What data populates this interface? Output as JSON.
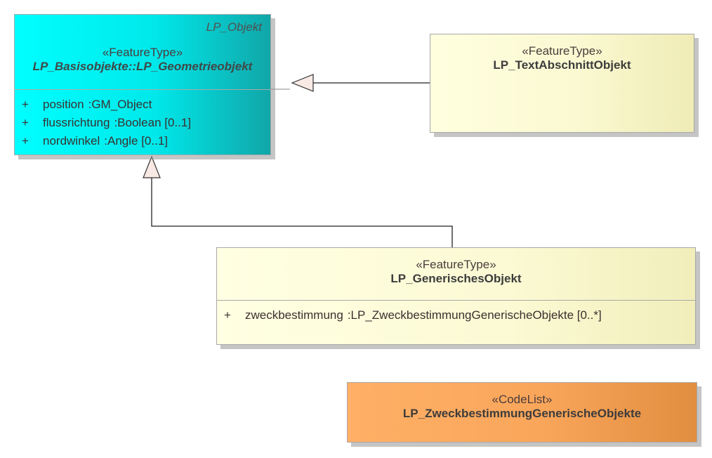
{
  "diagram": {
    "classes": [
      {
        "id": "lp_geometrieobjekt",
        "parent_label": "LP_Objekt",
        "stereotype": "«FeatureType»",
        "name": "LP_Basisobjekte::LP_Geometrieobjekt",
        "abstract": true,
        "fill": "#00ffff",
        "attributes": [
          {
            "visibility": "+",
            "name": "position",
            "type": ":GM_Object"
          },
          {
            "visibility": "+",
            "name": "flussrichtung",
            "type": ":Boolean [0..1]"
          },
          {
            "visibility": "+",
            "name": "nordwinkel",
            "type": ":Angle [0..1]"
          }
        ]
      },
      {
        "id": "lp_textabschnittobjekt",
        "stereotype": "«FeatureType»",
        "name": "LP_TextAbschnittObjekt",
        "fill": "#ffffdf",
        "attributes": []
      },
      {
        "id": "lp_generischesobjekt",
        "stereotype": "«FeatureType»",
        "name": "LP_GenerischesObjekt",
        "fill": "#ffffe3",
        "attributes": [
          {
            "visibility": "+",
            "name": "zweckbestimmung",
            "type": ":LP_ZweckbestimmungGenerischeObjekte [0..*]"
          }
        ]
      },
      {
        "id": "lp_zweckbestimmunggenerischeobjekte",
        "stereotype": "«CodeList»",
        "name": "LP_ZweckbestimmungGenerischeObjekte",
        "fill": "#ffb066",
        "attributes": []
      }
    ],
    "relations": [
      {
        "type": "generalization",
        "from": "lp_textabschnittobjekt",
        "to": "lp_geometrieobjekt"
      },
      {
        "type": "generalization",
        "from": "lp_generischesobjekt",
        "to": "lp_geometrieobjekt"
      }
    ]
  }
}
